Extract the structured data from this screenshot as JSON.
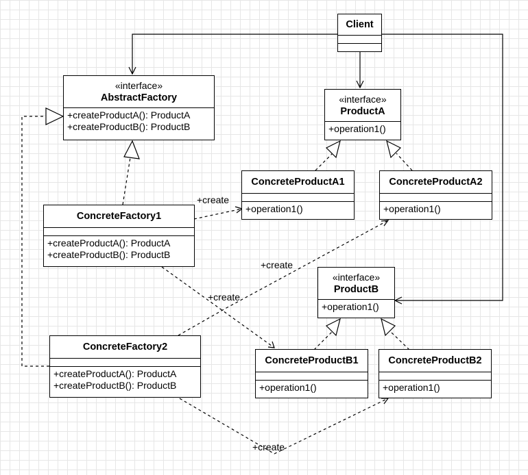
{
  "classes": {
    "client": {
      "name": "Client"
    },
    "abstract_factory": {
      "stereotype": "«interface»",
      "name": "AbstractFactory",
      "ops": [
        "+createProductA(): ProductA",
        "+createProductB(): ProductB"
      ]
    },
    "product_a": {
      "stereotype": "«interface»",
      "name": "ProductA",
      "ops": [
        "+operation1()"
      ]
    },
    "concrete_product_a1": {
      "name": "ConcreteProductA1",
      "ops": [
        "+operation1()"
      ]
    },
    "concrete_product_a2": {
      "name": "ConcreteProductA2",
      "ops": [
        "+operation1()"
      ]
    },
    "concrete_factory1": {
      "name": "ConcreteFactory1",
      "ops": [
        "+createProductA(): ProductA",
        "+createProductB(): ProductB"
      ]
    },
    "product_b": {
      "stereotype": "«interface»",
      "name": "ProductB",
      "ops": [
        "+operation1()"
      ]
    },
    "concrete_factory2": {
      "name": "ConcreteFactory2",
      "ops": [
        "+createProductA(): ProductA",
        "+createProductB(): ProductB"
      ]
    },
    "concrete_product_b1": {
      "name": "ConcreteProductB1",
      "ops": [
        "+operation1()"
      ]
    },
    "concrete_product_b2": {
      "name": "ConcreteProductB2",
      "ops": [
        "+operation1()"
      ]
    }
  },
  "labels": {
    "cf1_a1": "+create",
    "cf2_a2": "+create",
    "cf1_b1": "+create",
    "cf2_b2": "+create"
  }
}
